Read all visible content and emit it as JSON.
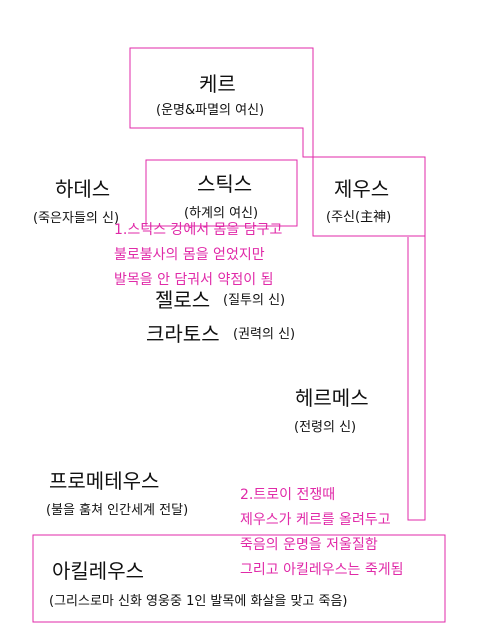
{
  "accent_color": "#e02aa8",
  "nodes": {
    "kere": {
      "name": "케르",
      "desc": "(운명&파멸의 여신)"
    },
    "hades": {
      "name": "하데스",
      "desc": "(죽은자들의 신)"
    },
    "styx": {
      "name": "스틱스",
      "desc": "(하계의 여신)"
    },
    "zeus": {
      "name": "제우스",
      "desc": "(주신(主神)"
    },
    "zelos": {
      "name": "젤로스",
      "desc": "(질투의 신)"
    },
    "kratos": {
      "name": "크라토스",
      "desc": "(권력의 신)"
    },
    "hermes": {
      "name": "헤르메스",
      "desc": "(전령의 신)"
    },
    "prometheus": {
      "name": "프로메테우스",
      "desc": "(불을 훔쳐 인간세계 전달)"
    },
    "achilles": {
      "name": "아킬레우스",
      "desc": "(그리스로마 신화 영웅중 1인 발목에 화살을 맞고 죽음)"
    }
  },
  "notes": {
    "note1": [
      "1.스틱스 강에서 몸을 담구고",
      "불로불사의 몸을 얻었지만",
      "발목을 안 담궈서 약점이 됨"
    ],
    "note2": [
      "2.트로이 전쟁때",
      "제우스가 케르를 올려두고",
      "죽음의 운명을 저울질함",
      "그리고 아킬레우스는 죽게됨"
    ]
  }
}
